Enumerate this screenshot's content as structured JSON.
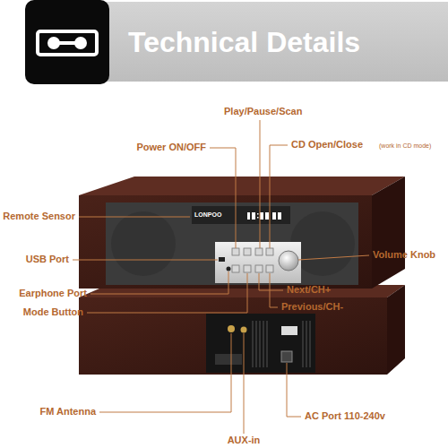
{
  "diagram": {
    "title": "Technical Details",
    "labels": [
      "Play/Pause/Scan",
      "Power ON/OFF",
      "CD Open/Close",
      "(work in CD mode)",
      "Remote Sensor",
      "USB Port",
      "Earphone Port",
      "Mode Button",
      "Volume Knob",
      "Next/CH+",
      "Previous/CH-",
      "FM Antenna",
      "AUX-in",
      "AC Port 110-240v",
      "LONPOO"
    ]
  }
}
